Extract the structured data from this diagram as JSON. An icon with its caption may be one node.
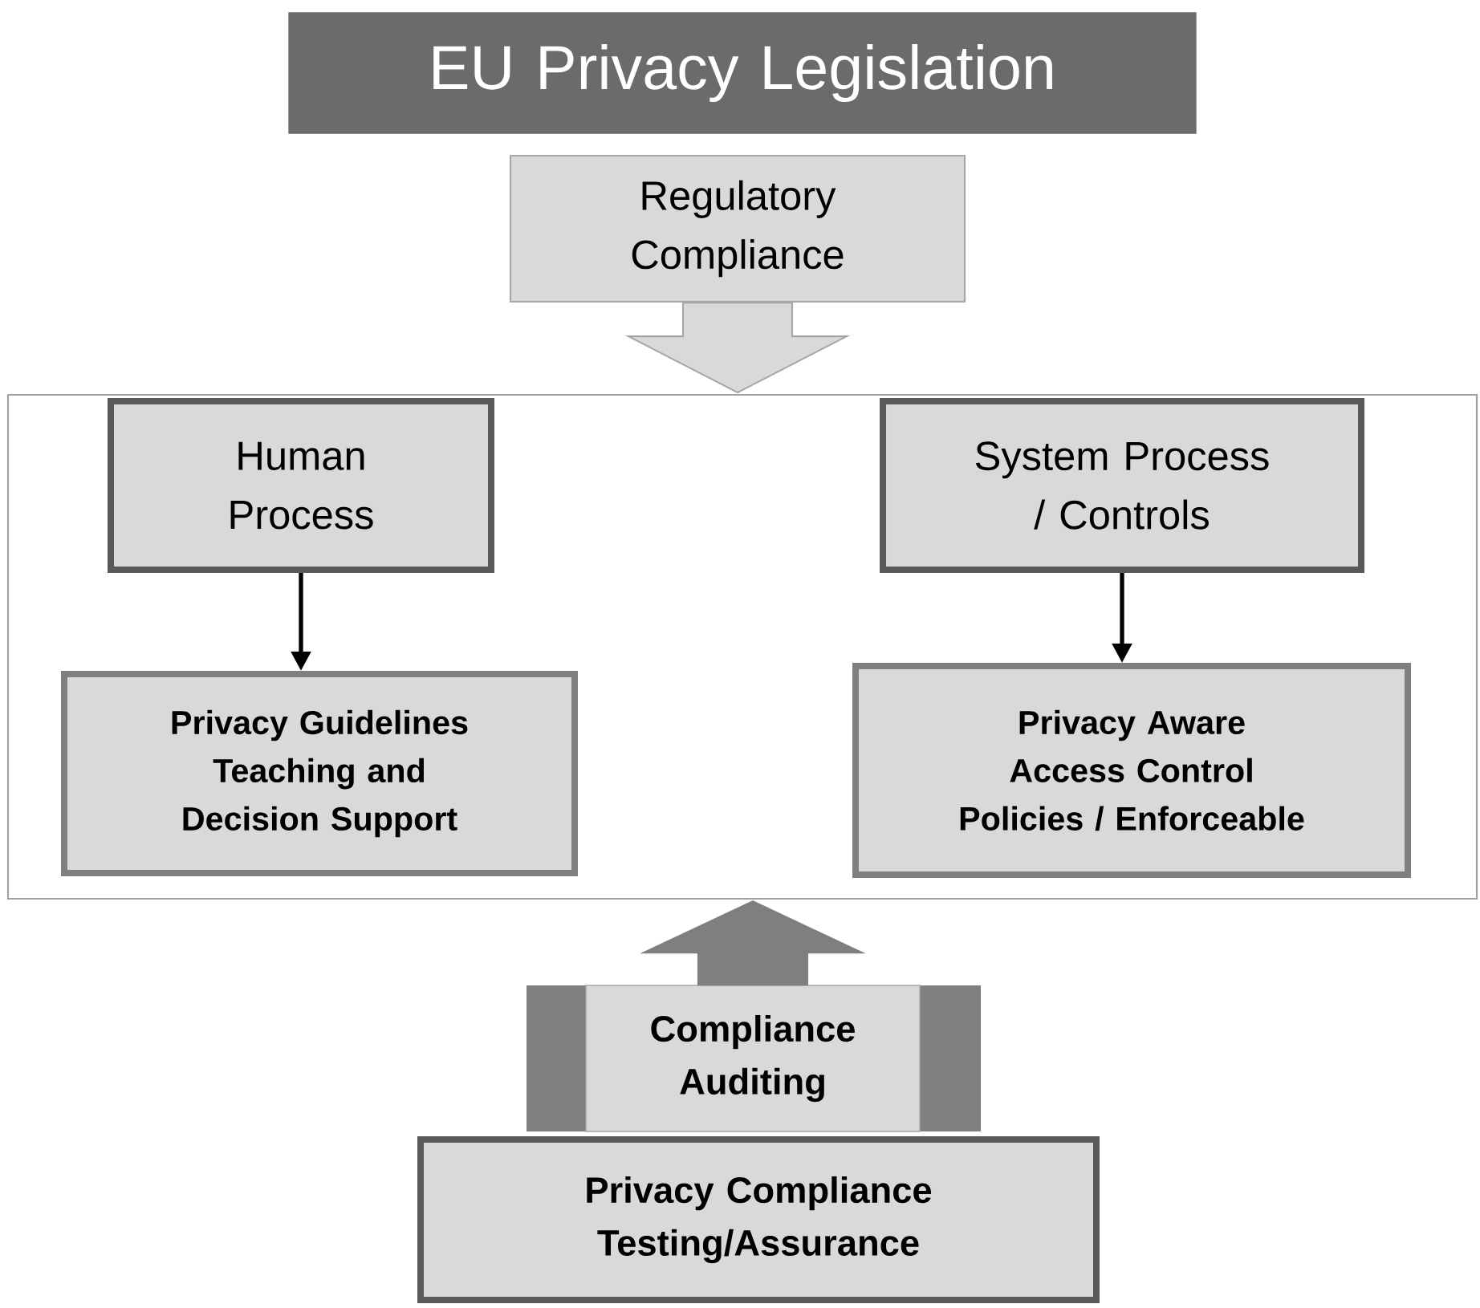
{
  "diagram": {
    "nodes": [
      {
        "text": [
          "EU Privacy Legislation"
        ]
      },
      {
        "text": [
          "Regulatory Compliance"
        ]
      },
      {
        "text": [],
        "shape": "box"
      },
      {
        "text": [
          "Human Process"
        ],
        "in": 2
      },
      {
        "text": [
          "System Process / Controls"
        ],
        "in": 2
      },
      {
        "text": [
          "Privacy Guidelines Teaching and Decision Support"
        ],
        "in": 2
      },
      {
        "text": [
          "Privacy Aware Access Control Policies / Enforceable"
        ],
        "in": 2
      },
      {
        "text": [
          "Compliance Auditing"
        ]
      },
      {
        "text": [
          "Privacy Compliance Testing/Assurance"
        ]
      }
    ],
    "edges": [
      {
        "from": 1,
        "to": 2,
        "arrow": "to",
        "style": "thick",
        "color": "#d9d9d9"
      },
      {
        "from": 3,
        "to": 5,
        "arrow": "to"
      },
      {
        "from": 4,
        "to": 6,
        "arrow": "to"
      },
      {
        "from": 7,
        "to": 2,
        "arrow": "to",
        "style": "thick",
        "color": "#7f7f7f"
      }
    ]
  }
}
